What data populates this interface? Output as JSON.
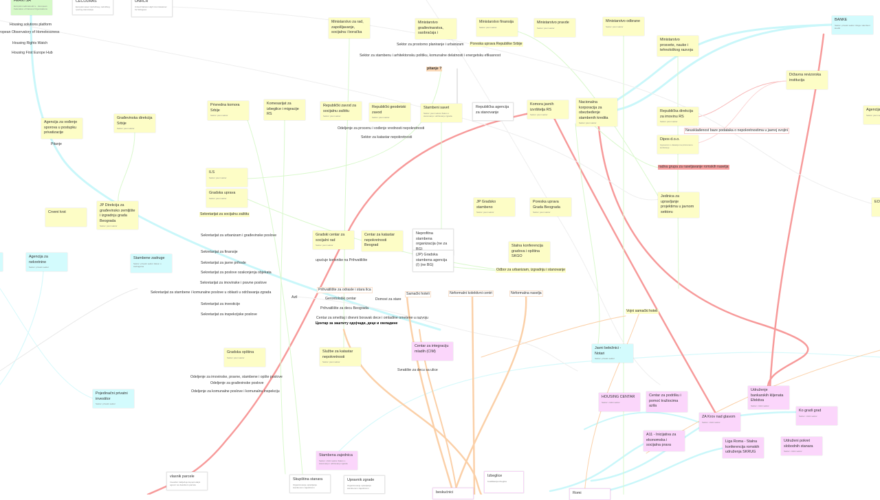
{
  "colors": {
    "public_sector": "#fdfdc6",
    "private_sector": "#d3fbfd",
    "civil_sector": "#fbd6fb",
    "international": "#d6f9c8",
    "conflict": "#f79a9a",
    "service": "#fbd0a8"
  },
  "nodes": [
    {
      "title": "FEANTSA",
      "sub": "Evropski međunarodni s... European Federation of National Organisations",
      "kind": "green"
    },
    {
      "title": "CECODHAS",
      "sub": "Evropski savez zadružnog, radničkog i javnog stanovanja",
      "kind": "white"
    },
    {
      "title": "UNHCR",
      "sub": "United Nations High Commissioner for Refugees",
      "kind": "white"
    },
    {
      "title": "Agencija za vođenje sporova u postupku privatizacije",
      "sub": "",
      "kind": "yellow"
    },
    {
      "title": "Građevinska direkcija Srbije",
      "sub": "Sektor: javni sektor",
      "kind": "yellow"
    },
    {
      "title": "Privredna komora Srbije",
      "sub": "Sektor: javni sektor",
      "kind": "yellow"
    },
    {
      "title": "Komesarijat za izbeglice i migracije RS",
      "sub": "",
      "kind": "yellow"
    },
    {
      "title": "Ministarstvo za rad, zapošljavanje, socijalna i boračka",
      "sub": "",
      "kind": "yellow"
    },
    {
      "title": "Ministarstvo građevinarstva, saobraćaja i",
      "sub": "",
      "kind": "yellow"
    },
    {
      "title": "Ministarstvo finansija",
      "sub": "Sektor: javni sektor",
      "kind": "yellow"
    },
    {
      "title": "Ministarstvo pravde",
      "sub": "Sektor: javni sektor",
      "kind": "yellow"
    },
    {
      "title": "Ministarstvo odbrane",
      "sub": "Sektor: javni sektor",
      "kind": "yellow"
    },
    {
      "title": "Ministarstvo prosvete, nauke i tehnološkog razvoja",
      "sub": "",
      "kind": "yellow"
    },
    {
      "title": "BANKE",
      "sub": "Sektor: privatni sektor Uloga: stambeni krediti",
      "kind": "cyan"
    },
    {
      "title": "Državna revizorska institucija",
      "sub": "",
      "kind": "yellow"
    },
    {
      "title": "Agencija RS",
      "sub": "Sektor: javni sektor",
      "kind": "yellow"
    },
    {
      "title": "Republički zavod za socijalnu zaštitu",
      "sub": "Sektor: javni sektor",
      "kind": "yellow"
    },
    {
      "title": "Republički geodetski zavod",
      "sub": "Sektor: javni sektor",
      "kind": "yellow"
    },
    {
      "title": "Stambeni savet",
      "sub": "Sektor: javni sektor Zakon o stanovanju i održavanju zgrada",
      "kind": "yellow"
    },
    {
      "title": "Republička agencija za stanovanje",
      "sub": "",
      "kind": "white"
    },
    {
      "title": "Komora javnih izvršitelja RS",
      "sub": "Sektor: javni sektor",
      "kind": "yellow"
    },
    {
      "title": "Nacionalna korporacija za obezbeđenje stambenih kredita",
      "sub": "Sektor: javni sektor",
      "kind": "yellow"
    },
    {
      "title": "Republička direkcija za imovinu RS",
      "sub": "Sektor: javni sektor",
      "kind": "yellow"
    },
    {
      "title": "Dipos d.o.o.",
      "sub": "Ugovorom o davanju na privremeno korišćenje",
      "kind": "yellow"
    },
    {
      "title": "Jedinica za upravljanje projektima u javnom sektoru",
      "sub": "",
      "kind": "yellow"
    },
    {
      "title": "EOB",
      "sub": "",
      "kind": "yellow"
    },
    {
      "title": "ILS",
      "sub": "Sektor: javni sektor",
      "kind": "yellow"
    },
    {
      "title": "Gradska uprava",
      "sub": "Sektor: javni sektor",
      "kind": "yellow"
    },
    {
      "title": "Crveni krst",
      "sub": "",
      "kind": "yellow"
    },
    {
      "title": "JP Direkcija za građevinsko zemljište i izgradnju grada Beograda",
      "sub": "Sektor: javni sektor",
      "kind": "yellow"
    },
    {
      "title": "Agencija za nekretnine",
      "sub": "Sektor: privatni sektor",
      "kind": "cyan"
    },
    {
      "title": "",
      "sub": "",
      "kind": "cyan"
    },
    {
      "title": "Stambene zadruge",
      "sub": "Sektor: privatni sektor Zakon o zadrugama",
      "kind": "cyan"
    },
    {
      "title": "Gradski centar za socijalni rad",
      "sub": "Sektor: javni sektor",
      "kind": "yellow"
    },
    {
      "title": "Centar za katastar nepokretnosti Beograd",
      "sub": "",
      "kind": "yellow"
    },
    {
      "title": "Neprofitna stambena organizacija (ne za BG)",
      "sub": "",
      "kind": "white"
    },
    {
      "title": "(JP) Gradska stambena agencija (/) (ne BG)",
      "sub": "",
      "kind": "white"
    },
    {
      "title": "JP Gradsko stambeno",
      "sub": "Sektor: javni sektor",
      "kind": "yellow"
    },
    {
      "title": "Poreska uprava Grada Beograda",
      "sub": "Sektor: javni sektor",
      "kind": "yellow"
    },
    {
      "title": "Stalna konferencija gradova i opština SKGO",
      "sub": "",
      "kind": "yellow"
    },
    {
      "title": "Gradska opština",
      "sub": "Sektor: javni sektor",
      "kind": "yellow"
    },
    {
      "title": "Pojedinačni privatni investitor",
      "sub": "Sektor: privatni sektor",
      "kind": "cyan"
    },
    {
      "title": "Službe za katastar nepokretnosti",
      "sub": "Sektor: javni sektor",
      "kind": "yellow"
    },
    {
      "title": "Centar za integraciju mladih (CIM)",
      "sub": "",
      "kind": "pink"
    },
    {
      "title": "Javni beležnici - Notari",
      "sub": "Sektor: privatni sektor",
      "kind": "cyan"
    },
    {
      "title": "HOUSING CENTAR",
      "sub": "Sektor: civilni sektor",
      "kind": "pink"
    },
    {
      "title": "Centar za podršku i pomoć tražiocima azila",
      "sub": "",
      "kind": "pink"
    },
    {
      "title": "Udruženje bankarskih klijenata Efektiva",
      "sub": "Sektor: civilni sektor",
      "kind": "pink"
    },
    {
      "title": "Ko gradi grad",
      "sub": "Sektor: civilni sektor",
      "kind": "pink"
    },
    {
      "title": "ZA Krov nad glavom",
      "sub": "Sektor: civilni sektor",
      "kind": "pink"
    },
    {
      "title": "A11 - Inicijativa za ekonomska i socijalna prava",
      "sub": "",
      "kind": "pink"
    },
    {
      "title": "Liga Roma - Stalna konferencija romskih udruženja SKRUG",
      "sub": "",
      "kind": "pink"
    },
    {
      "title": "Udruženi pokret slobodnih stanara",
      "sub": "Sektor: civilni sektor",
      "kind": "pink"
    },
    {
      "title": "Stambena zajednica",
      "sub": "Sektor: civilni sektor Zakon o stanovanju i održavanju zgrada",
      "kind": "pink"
    },
    {
      "title": "vlasnik parcele",
      "sub": "Investitor zaključuje kupoprodajni ugovor sa vlasnikom parcele",
      "kind": "white"
    },
    {
      "title": "Skupština stanara",
      "sub": "Organizovanje upravljanja stambenom zajednicom",
      "kind": "white"
    },
    {
      "title": "Upravnik zgrade",
      "sub": "Organizovanje upravljanja stambenom zajednicom",
      "kind": "white"
    },
    {
      "title": "beskućnici",
      "sub": "",
      "kind": "whitepink"
    },
    {
      "title": "Izbeglice",
      "sub": "Kvalifikacija izbeglice",
      "kind": "whitepink"
    },
    {
      "title": "Romi",
      "sub": "",
      "kind": "whitepink"
    }
  ],
  "labels": [
    {
      "text": "Housing solutions platform",
      "style": ""
    },
    {
      "text": "European Observatory of Homelessness",
      "style": ""
    },
    {
      "text": "Housing Rights Watch",
      "style": ""
    },
    {
      "text": "Housing First Europe Hub",
      "style": ""
    },
    {
      "text": "Pitanje",
      "style": ""
    },
    {
      "text": "Sektor za prostorno planiranje i urbanizam",
      "style": ""
    },
    {
      "text": "Poreska uprava Republike Srbije",
      "style": "hl"
    },
    {
      "text": "Sektor za stambenu i arhitektonsku politiku, komunalne delatnosti i energetsku efikasnost",
      "style": ""
    },
    {
      "text": "pitanje ?",
      "style": "orange"
    },
    {
      "text": "Odeljenje za procenu i vođenje vrednosti nepokretnosti",
      "style": ""
    },
    {
      "text": "Sektor za katastar nepokretnosti",
      "style": ""
    },
    {
      "text": "Neusklađenost baze podataka o nepokretnostima u javnoj svojini",
      "style": "boxed"
    },
    {
      "text": "radna grupa za raseljavanje romskih naselja",
      "style": "redbg"
    },
    {
      "text": "Sekretarijat za socijalnu zaštitu",
      "style": "hl"
    },
    {
      "text": "Sekretarijat za urbanizam i građevinske poslove",
      "style": ""
    },
    {
      "text": "Sekretarijat za finansije",
      "style": ""
    },
    {
      "text": "Sekretarijat za javne prihode",
      "style": ""
    },
    {
      "text": "Sekretarijat za poslove ozakonjenja objekata",
      "style": ""
    },
    {
      "text": "Sekretarijat za imovinske i pravne poslove",
      "style": ""
    },
    {
      "text": "Sekretarijat za stambene i komunalne poslove u oblasti u održavanja zgrada",
      "style": ""
    },
    {
      "text": "Sekretarijat za investicije",
      "style": ""
    },
    {
      "text": "Sekretarijat za inspekcijske poslove",
      "style": ""
    },
    {
      "text": "Azil",
      "style": ""
    },
    {
      "text": "upućuje korisnike na Prihvatilište",
      "style": ""
    },
    {
      "text": "Prihvatilište za odrasle i stara lica",
      "style": "oboxed"
    },
    {
      "text": "Gerontološki centar",
      "style": ""
    },
    {
      "text": "Domovi za stare",
      "style": ""
    },
    {
      "text": "Prihvatilište za decu Beograda",
      "style": ""
    },
    {
      "text": "Centar za smeštaj i dnevni boravak dece i omladine ometene u razvoju",
      "style": ""
    },
    {
      "text": "Центар за заштиту одојчади, деце и омладине",
      "style": "dark"
    },
    {
      "text": "Samački hoteli",
      "style": "oboxed"
    },
    {
      "text": "Neformalni kolektivni centri",
      "style": "oboxed"
    },
    {
      "text": "Neformalna naselja",
      "style": "oboxed"
    },
    {
      "text": "Odbor za urbanizam, izgradnju i stanovanje",
      "style": "hl"
    },
    {
      "text": "Vojni samački hoteli",
      "style": "hl"
    },
    {
      "text": "Svratište za decu sa ulice",
      "style": ""
    },
    {
      "text": "Odeljenje za imovinske, pravne, stambene i opšte poslove",
      "style": ""
    },
    {
      "text": "Odeljenje za građevinske poslove",
      "style": ""
    },
    {
      "text": "Odeljenje za komunalne poslove i komunalnu inspekciju",
      "style": ""
    }
  ]
}
